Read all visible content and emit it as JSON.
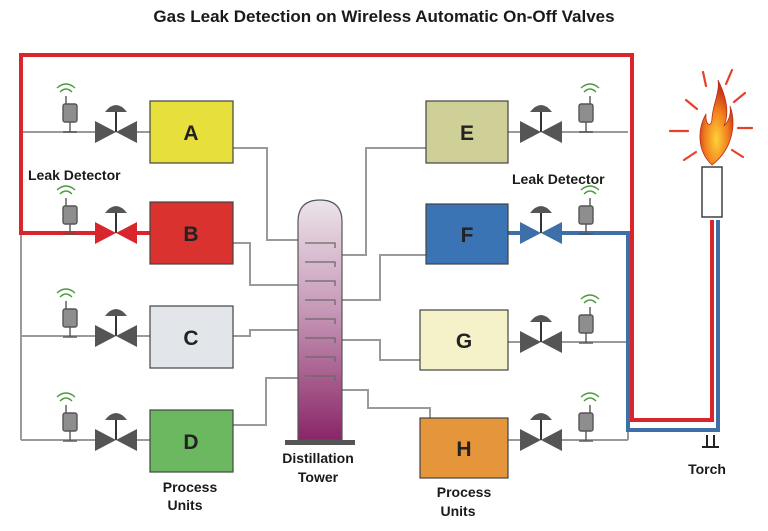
{
  "title": "Gas Leak Detection on Wireless Automatic On-Off Valves",
  "units_left": [
    {
      "letter": "A",
      "color": "#e6df3c"
    },
    {
      "letter": "B",
      "color": "#d9322f"
    },
    {
      "letter": "C",
      "color": "#e2e6ea"
    },
    {
      "letter": "D",
      "color": "#6cb860"
    }
  ],
  "units_right": [
    {
      "letter": "E",
      "color": "#cfcf98"
    },
    {
      "letter": "F",
      "color": "#3b74b4"
    },
    {
      "letter": "G",
      "color": "#f5f1c8"
    },
    {
      "letter": "H",
      "color": "#e5963a"
    }
  ],
  "labels": {
    "leak_detector_left": "Leak Detector",
    "leak_detector_right": "Leak Detector",
    "process_units_left_1": "Process",
    "process_units_left_2": "Units",
    "process_units_right_1": "Process",
    "process_units_right_2": "Units",
    "tower_1": "Distillation",
    "tower_2": "Tower",
    "torch": "Torch"
  },
  "colors": {
    "flare_line_red": "#d8262c",
    "flare_line_blue": "#3f6fa8",
    "valve_active_red": "#d8262c",
    "valve_active_blue": "#3f6fa8"
  }
}
